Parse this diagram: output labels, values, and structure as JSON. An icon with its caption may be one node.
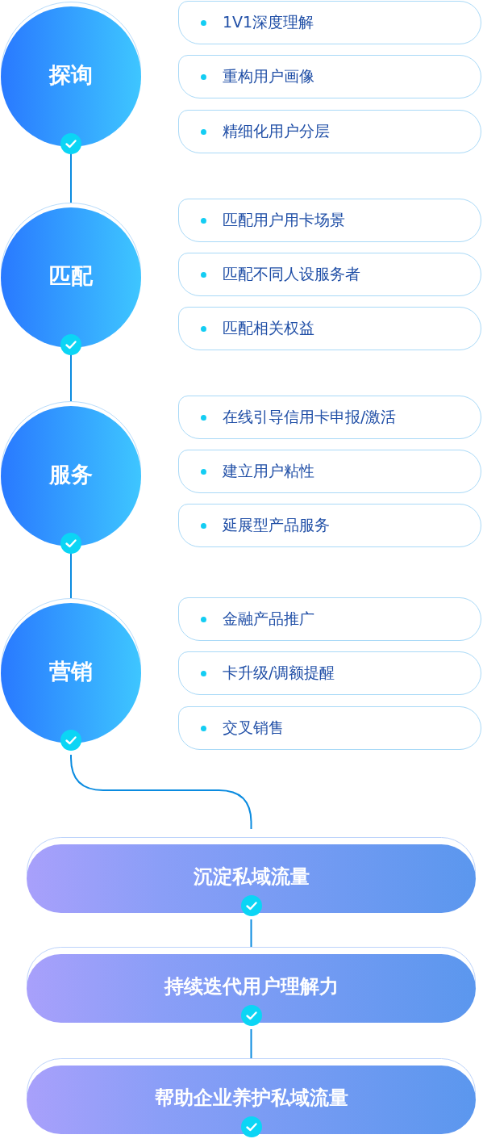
{
  "diagram": {
    "nodes": [
      {
        "text": [
          "探询"
        ]
      },
      {
        "text": [
          "匹配"
        ]
      },
      {
        "text": [
          "服务"
        ]
      },
      {
        "text": [
          "营销"
        ]
      },
      {
        "text": [
          "1V1深度理解"
        ]
      },
      {
        "text": [
          "重构用户画像"
        ]
      },
      {
        "text": [
          "精细化用户分层"
        ]
      },
      {
        "text": [
          "匹配用户用卡场景"
        ]
      },
      {
        "text": [
          "匹配不同人设服务者"
        ]
      },
      {
        "text": [
          "匹配相关权益"
        ]
      },
      {
        "text": [
          "在线引导信用卡申报/激活"
        ]
      },
      {
        "text": [
          "建立用户粘性"
        ]
      },
      {
        "text": [
          "延展型产品服务"
        ]
      },
      {
        "text": [
          "金融产品推广"
        ]
      },
      {
        "text": [
          "卡升级/调额提醒"
        ]
      },
      {
        "text": [
          "交叉销售"
        ]
      },
      {
        "text": [
          "沉淀私域流量"
        ]
      },
      {
        "text": [
          "持续迭代用户理解力"
        ]
      },
      {
        "text": [
          "帮助企业养护私域流量"
        ]
      }
    ],
    "edges": [
      {
        "from": 0,
        "to": 1,
        "arrow": "none"
      },
      {
        "from": 1,
        "to": 2,
        "arrow": "none"
      },
      {
        "from": 2,
        "to": 3,
        "arrow": "none"
      },
      {
        "from": 3,
        "to": 16,
        "arrow": "none"
      },
      {
        "from": 16,
        "to": 17,
        "arrow": "none"
      },
      {
        "from": 17,
        "to": 18,
        "arrow": "none"
      }
    ]
  }
}
